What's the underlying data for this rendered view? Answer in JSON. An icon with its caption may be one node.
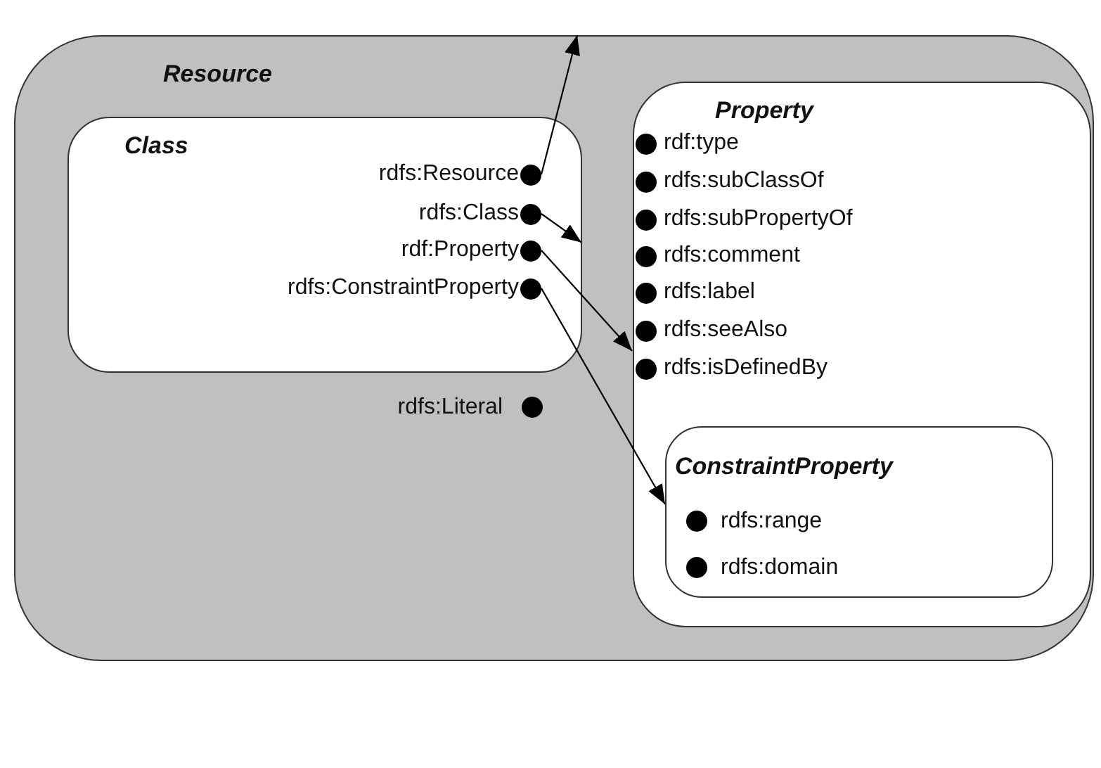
{
  "diagram": {
    "nodes": [
      {
        "text": [
          "Resource"
        ]
      },
      {
        "text": [
          "Class"
        ],
        "in": 0
      },
      {
        "text": [
          "Property"
        ],
        "in": 0
      },
      {
        "text": [
          "ConstraintProperty"
        ],
        "in": 2
      },
      {
        "text": [
          "rdfs:Resource"
        ],
        "in": 1
      },
      {
        "text": [
          "rdfs:Class"
        ],
        "in": 1
      },
      {
        "text": [
          "rdf:Property"
        ],
        "in": 1
      },
      {
        "text": [
          "rdfs:ConstraintProperty"
        ],
        "in": 1
      },
      {
        "text": [
          "rdfs:Literal"
        ],
        "in": 0
      },
      {
        "text": [
          "rdf:type"
        ],
        "in": 2
      },
      {
        "text": [
          "rdfs:subClassOf"
        ],
        "in": 2
      },
      {
        "text": [
          "rdfs:subPropertyOf"
        ],
        "in": 2
      },
      {
        "text": [
          "rdfs:comment"
        ],
        "in": 2
      },
      {
        "text": [
          "rdfs:label"
        ],
        "in": 2
      },
      {
        "text": [
          "rdfs:seeAlso"
        ],
        "in": 2
      },
      {
        "text": [
          "rdfs:isDefinedBy"
        ],
        "in": 2
      },
      {
        "text": [
          "rdfs:range"
        ],
        "in": 3
      },
      {
        "text": [
          "rdfs:domain"
        ],
        "in": 3
      }
    ],
    "edges": [
      {
        "from": 4,
        "to": 0,
        "arrow": "to"
      },
      {
        "from": 5,
        "to": 1,
        "arrow": "to"
      },
      {
        "from": 6,
        "to": 2,
        "arrow": "to"
      },
      {
        "from": 7,
        "to": 3,
        "arrow": "to"
      }
    ]
  }
}
